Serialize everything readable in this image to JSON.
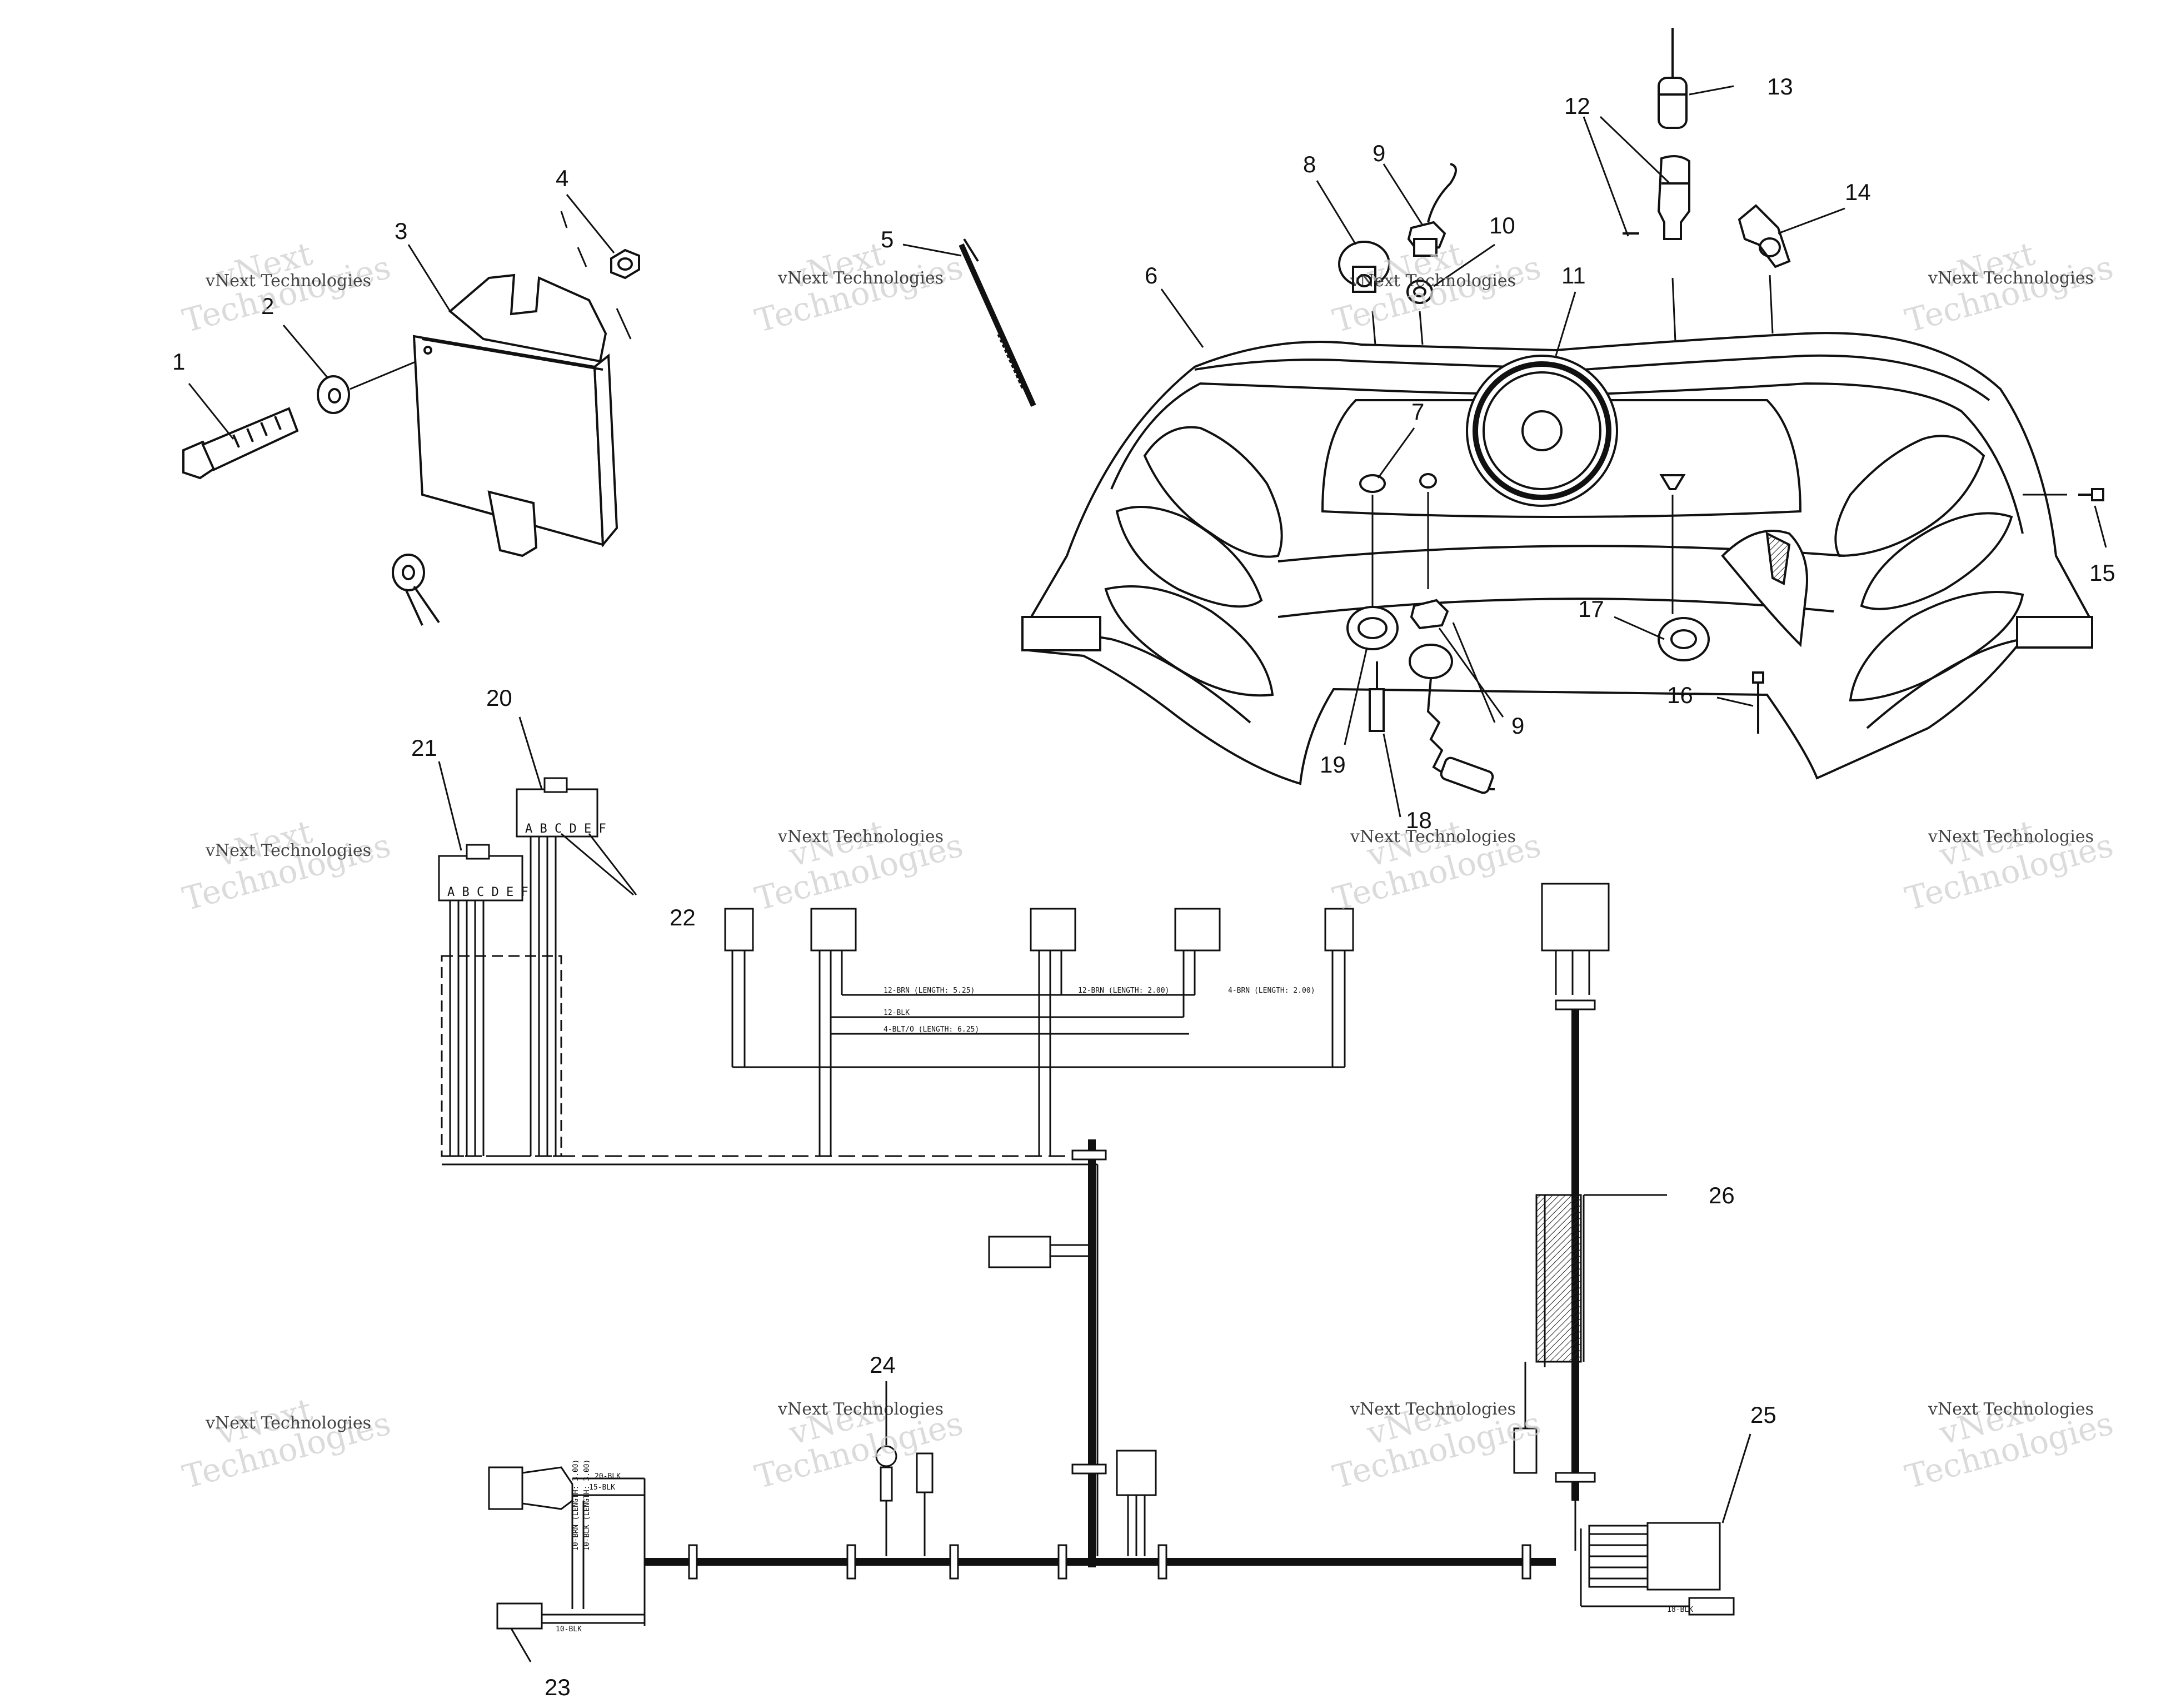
{
  "callouts": [
    "1",
    "2",
    "3",
    "4",
    "5",
    "6",
    "7",
    "8",
    "9",
    "9",
    "10",
    "11",
    "12",
    "13",
    "14",
    "15",
    "16",
    "17",
    "18",
    "19",
    "20",
    "21",
    "22",
    "23",
    "24",
    "25",
    "26"
  ],
  "watermark": {
    "line1": "vNext",
    "line2": "vNext Technologies",
    "line3": "Technologies"
  },
  "connector_letters": {
    "c20": "A B C D E F",
    "c21": "A B C D E F"
  },
  "wire_labels": {
    "w1": "12-BRN (LENGTH: 5.25)",
    "w2": "12-BLK",
    "w3": "4-BLT/O (LENGTH: 6.25)",
    "w4": "12-BRN (LENGTH: 2.00)",
    "w5": "4-BRN (LENGTH: 2.00)",
    "w6": "15-BLK",
    "w7": "10-BRN (LENGTH: 3.00)",
    "w8": "10-BLK (LENGTH: 3.00)",
    "w9": "18-BLK",
    "w10": "20-BLK",
    "w11": "10-BLK"
  },
  "colors": {
    "line": "#111111",
    "watermark": "#c8c8c8",
    "background": "#ffffff"
  }
}
